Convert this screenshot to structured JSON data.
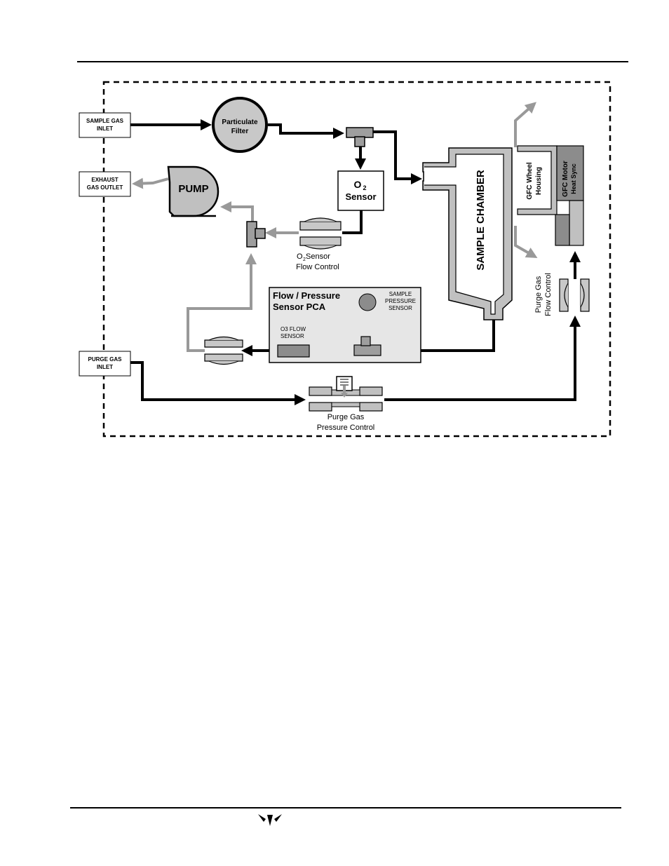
{
  "labels": {
    "sample_gas_inlet": [
      "SAMPLE GAS",
      "INLET"
    ],
    "exhaust_gas_outlet": [
      "EXHAUST",
      "GAS OUTLET"
    ],
    "purge_gas_inlet": [
      "PURGE GAS",
      "INLET"
    ],
    "particulate_filter": [
      "Particulate",
      "Filter"
    ],
    "pump": "PUMP",
    "o2_sensor": [
      "O",
      "2",
      "Sensor"
    ],
    "o2_flow_control": [
      "O",
      "2",
      " Sensor",
      "Flow Control"
    ],
    "sample_chamber": "SAMPLE CHAMBER",
    "gfc_wheel_housing": [
      "GFC Wheel",
      "Housing"
    ],
    "gfc_motor_heat_sync": [
      "GFC Motor",
      "Heat Sync"
    ],
    "purge_gas_flow_control": [
      "Purge Gas",
      "Flow Control"
    ],
    "pca_title": [
      "Flow / Pressure",
      "Sensor PCA"
    ],
    "sample_pressure_sensor": [
      "SAMPLE",
      "PRESSURE",
      "SENSOR"
    ],
    "o3_flow_sensor": [
      "O3 FLOW",
      "SENSOR"
    ],
    "purge_gas_pressure_control": [
      "Purge  Gas",
      "Pressure Control"
    ]
  },
  "colors": {
    "sample_flow": "#000000",
    "exhaust_flow": "#999999",
    "component_fill": "#bdbdbd",
    "component_dark": "#8c8c8c",
    "pca_fill": "#e6e6e6"
  }
}
